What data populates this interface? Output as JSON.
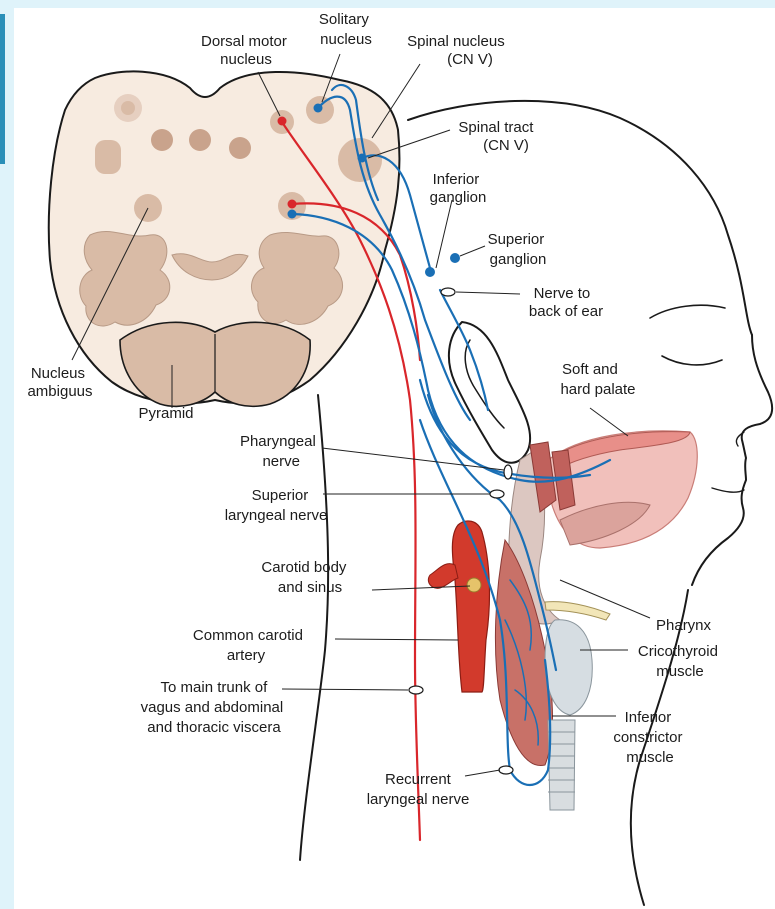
{
  "colors": {
    "sensory_nerve": "#1a6fb5",
    "motor_nerve": "#d9262b",
    "brainstem_fill": "#f7ebe0",
    "gray_matter": "#d9bba6",
    "artery": "#d23a2c",
    "frame_bg": "#dff3fa",
    "frame_accent": "#2a8fb8"
  },
  "labels": {
    "dorsal_motor_nucleus": [
      "Dorsal motor",
      "nucleus"
    ],
    "solitary_nucleus": [
      "Solitary",
      "nucleus"
    ],
    "spinal_nucleus": [
      "Spinal nucleus",
      "(CN V)"
    ],
    "spinal_tract": [
      "Spinal tract",
      "(CN V)"
    ],
    "inferior_ganglion": [
      "Inferior",
      "ganglion"
    ],
    "superior_ganglion": [
      "Superior",
      "ganglion"
    ],
    "nerve_to_back_of_ear": [
      "Nerve to",
      "back of ear"
    ],
    "soft_and_hard_palate": [
      "Soft and",
      "hard palate"
    ],
    "nucleus_ambiguus": [
      "Nucleus",
      "ambiguus"
    ],
    "pyramid": [
      "Pyramid"
    ],
    "pharyngeal_nerve": [
      "Pharyngeal",
      "nerve"
    ],
    "superior_laryngeal_nerve": [
      "Superior",
      "laryngeal nerve"
    ],
    "carotid_body_and_sinus": [
      "Carotid body",
      "and sinus"
    ],
    "common_carotid_artery": [
      "Common carotid",
      "artery"
    ],
    "main_trunk": [
      "To main trunk of",
      "vagus and abdominal",
      "and thoracic viscera"
    ],
    "pharynx": [
      "Pharynx"
    ],
    "cricothyroid_muscle": [
      "Cricothyroid",
      "muscle"
    ],
    "inferior_constrictor_muscle": [
      "Inferior",
      "constrictor",
      "muscle"
    ],
    "recurrent_laryngeal_nerve": [
      "Recurrent",
      "laryngeal nerve"
    ]
  }
}
